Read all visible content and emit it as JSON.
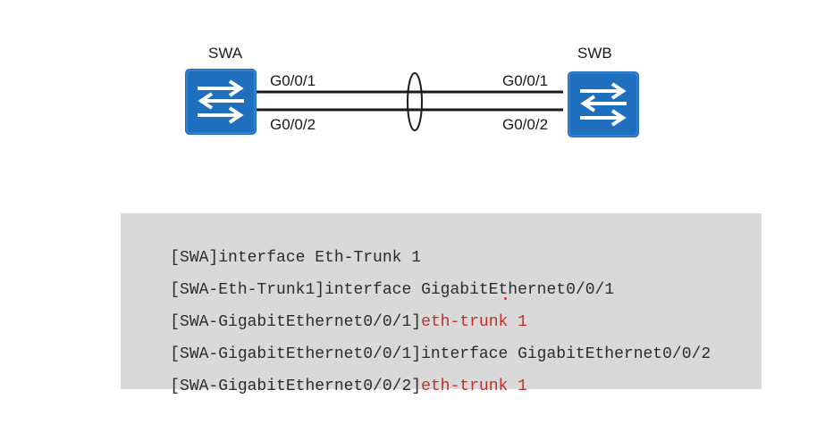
{
  "diagram": {
    "switch_a": {
      "name": "SWA",
      "port1": "G0/0/1",
      "port2": "G0/0/2"
    },
    "switch_b": {
      "name": "SWB",
      "port1": "G0/0/1",
      "port2": "G0/0/2"
    },
    "icon": "switch-icon",
    "switch_color": "#1f6fbf",
    "link_color": "#1a1a1a"
  },
  "code": {
    "lines": [
      {
        "prompt": "[SWA]interface Eth-Trunk 1",
        "highlight": ""
      },
      {
        "prompt": "[SWA-Eth-Trunk1]interface GigabitEthernet0/0/1",
        "highlight": ""
      },
      {
        "prompt": "[SWA-GigabitEthernet0/0/1]",
        "highlight": "eth-trunk 1"
      },
      {
        "prompt": "[SWA-GigabitEthernet0/0/1]interface GigabitEthernet0/0/2",
        "highlight": ""
      },
      {
        "prompt": "[SWA-GigabitEthernet0/0/2]",
        "highlight": "eth-trunk 1"
      }
    ],
    "background": "#d9d9d9",
    "highlight_color": "#c0302b"
  }
}
